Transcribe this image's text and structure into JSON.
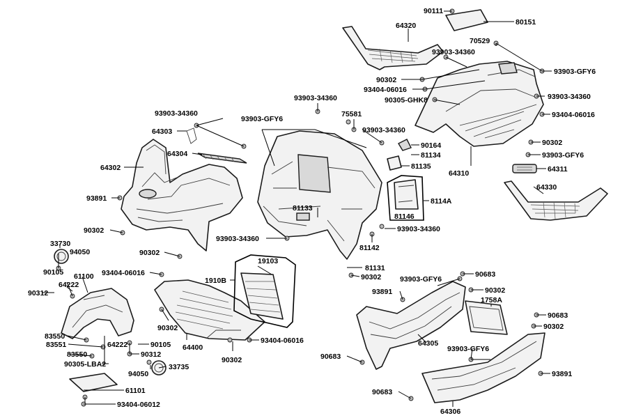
{
  "labels": {
    "p90111": "90111",
    "p80151": "80151",
    "p64320": "64320",
    "p70529": "70529",
    "p93903_34360_a": "93903-34360",
    "p93903_gfy6_a": "93903-GFY6",
    "p90302_a": "90302",
    "p93404_06016_a": "93404-06016",
    "p93903_34360_b": "93903-34360",
    "p90305_ghk8": "90305-GHK8",
    "p93404_06016_b": "93404-06016",
    "p93903_34360_c": "93903-34360",
    "p75581": "75581",
    "p93903_34360_d": "93903-34360",
    "p93903_gfy6_b": "93903-GFY6",
    "p93903_34360_e": "93903-34360",
    "p64303": "64303",
    "p64304": "64304",
    "p64302": "64302",
    "p93891_a": "93891",
    "p90164": "90164",
    "p81134": "81134",
    "p81135": "81135",
    "p90302_b": "90302",
    "p93903_gfy6_c": "93903-GFY6",
    "p64310": "64310",
    "p64311": "64311",
    "p64330": "64330",
    "p8114a": "8114A",
    "p81133": "81133",
    "p81146": "81146",
    "p93903_34360_f": "93903-34360",
    "p81142": "81142",
    "p90302_c": "90302",
    "p33730": "33730",
    "p94050_a": "94050",
    "p93903_34360_g": "93903-34360",
    "p90302_d": "90302",
    "p81131": "81131",
    "p90302_e": "90302",
    "p90105_a": "90105",
    "p61100": "61100",
    "p93404_06016_c": "93404-06016",
    "p1910b": "1910B",
    "p19103": "19103",
    "p90683_a": "90683",
    "p93903_gfy6_d": "93903-GFY6",
    "p90312_a": "90312",
    "p64222_a": "64222",
    "p93891_b": "93891",
    "p90302_f": "90302",
    "p1758a": "1758A",
    "p90683_b": "90683",
    "p90302_g": "90302",
    "p90302_h": "90302",
    "p64305": "64305",
    "p83550_a": "83550",
    "p83551": "83551",
    "p64222_b": "64222",
    "p90105_b": "90105",
    "p64400": "64400",
    "p93404_06016_d": "93404-06016",
    "p83550_b": "83550",
    "p90312_b": "90312",
    "p90305_lba2": "90305-LBA2",
    "p90302_i": "90302",
    "p33735": "33735",
    "p94050_b": "94050",
    "p90683_c": "90683",
    "p93903_gfy6_e": "93903-GFY6",
    "p93891_c": "93891",
    "p61101": "61101",
    "p93404_06012": "93404-06012",
    "p90683_d": "90683",
    "p64306": "64306"
  }
}
